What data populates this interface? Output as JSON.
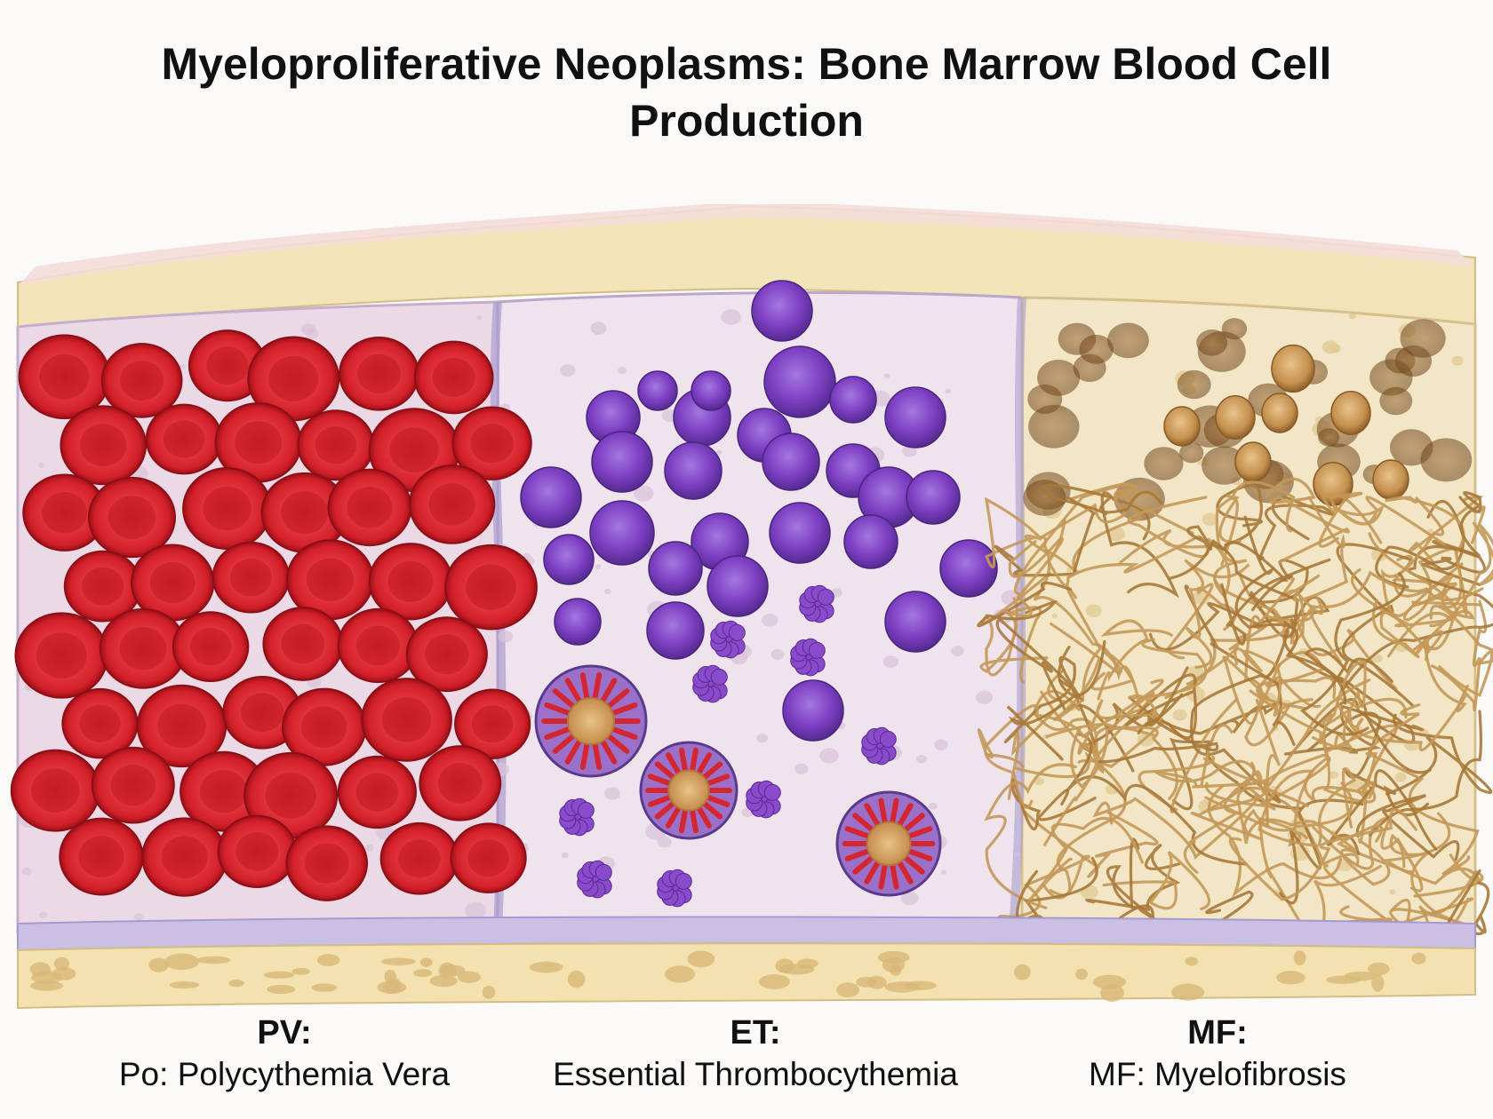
{
  "title": {
    "line1": "Myeloproliferative Neoplasms: Bone Marrow Blood Cell",
    "line2": "Production"
  },
  "panels": [
    {
      "abbr": "PV:",
      "full": "Po: Polycythemia Vera"
    },
    {
      "abbr": "ET:",
      "full": "Essential Thrombocythemia"
    },
    {
      "abbr": "MF:",
      "full": "MF: Myelofibrosis"
    }
  ],
  "colors": {
    "background": "#fbfaf8",
    "bone": "#f1dfae",
    "marrow": "#eddcea",
    "red_cell": "#d8222a",
    "purple_cell": "#7e3fc0",
    "fibrosis": "#c59a5c"
  }
}
